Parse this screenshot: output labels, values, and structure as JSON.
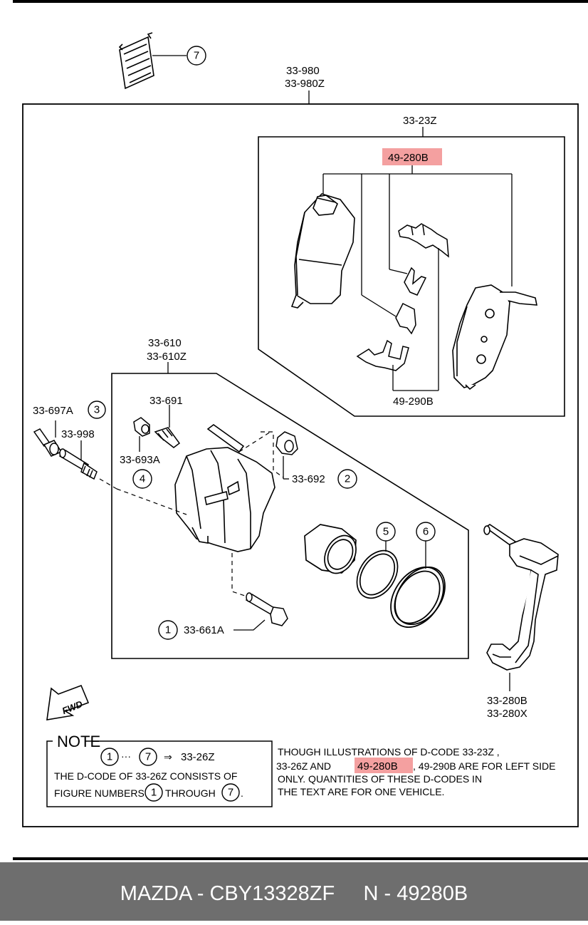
{
  "labels": {
    "assembly_1": "33-980",
    "assembly_2": "33-980Z",
    "pad_kit": "33-23Z",
    "pad_part": "49-280B",
    "shim_part": "49-290B",
    "caliper_1": "33-610",
    "caliper_2": "33-610Z",
    "bleeder": "33-691",
    "pin_boot_cap": "33-697A",
    "guide_pin": "33-998",
    "bleeder_cap": "33-693A",
    "boot": "33-692",
    "bolt": "33-661A",
    "bracket_1": "33-280B",
    "bracket_2": "33-280X",
    "fwd": "FWD"
  },
  "callouts": {
    "n1": "1",
    "n2": "2",
    "n3": "3",
    "n4": "4",
    "n5": "5",
    "n6": "6",
    "n7": "7"
  },
  "note": {
    "title": "NOTE",
    "range_sep": "···",
    "arrow": "⇒",
    "kit_code": "33-26Z",
    "line1": "THE D-CODE OF  33-26Z  CONSISTS OF",
    "line2_a": "FIGURE NUMBERS",
    "line2_b": "THROUGH",
    "line2_end": "."
  },
  "remark": {
    "line1": "THOUGH ILLUSTRATIONS OF D-CODE 33-23Z ,",
    "line2_a": "33-26Z   AND",
    "line2_highlight": "49-280B",
    "line2_b": ", 49-290B ARE FOR LEFT SIDE",
    "line3": "ONLY. QUANTITIES OF THESE D-CODES IN",
    "line4": "THE TEXT ARE FOR ONE VEHICLE."
  },
  "footer": {
    "brand": "MAZDA",
    "part_number": "CBY13328ZF",
    "oem_prefix": "N",
    "oem_number": "49280B"
  },
  "colors": {
    "highlight": "#f4a0a0",
    "footer_bg": "#6e6e6e",
    "footer_text": "#ffffff",
    "line": "#000000"
  }
}
